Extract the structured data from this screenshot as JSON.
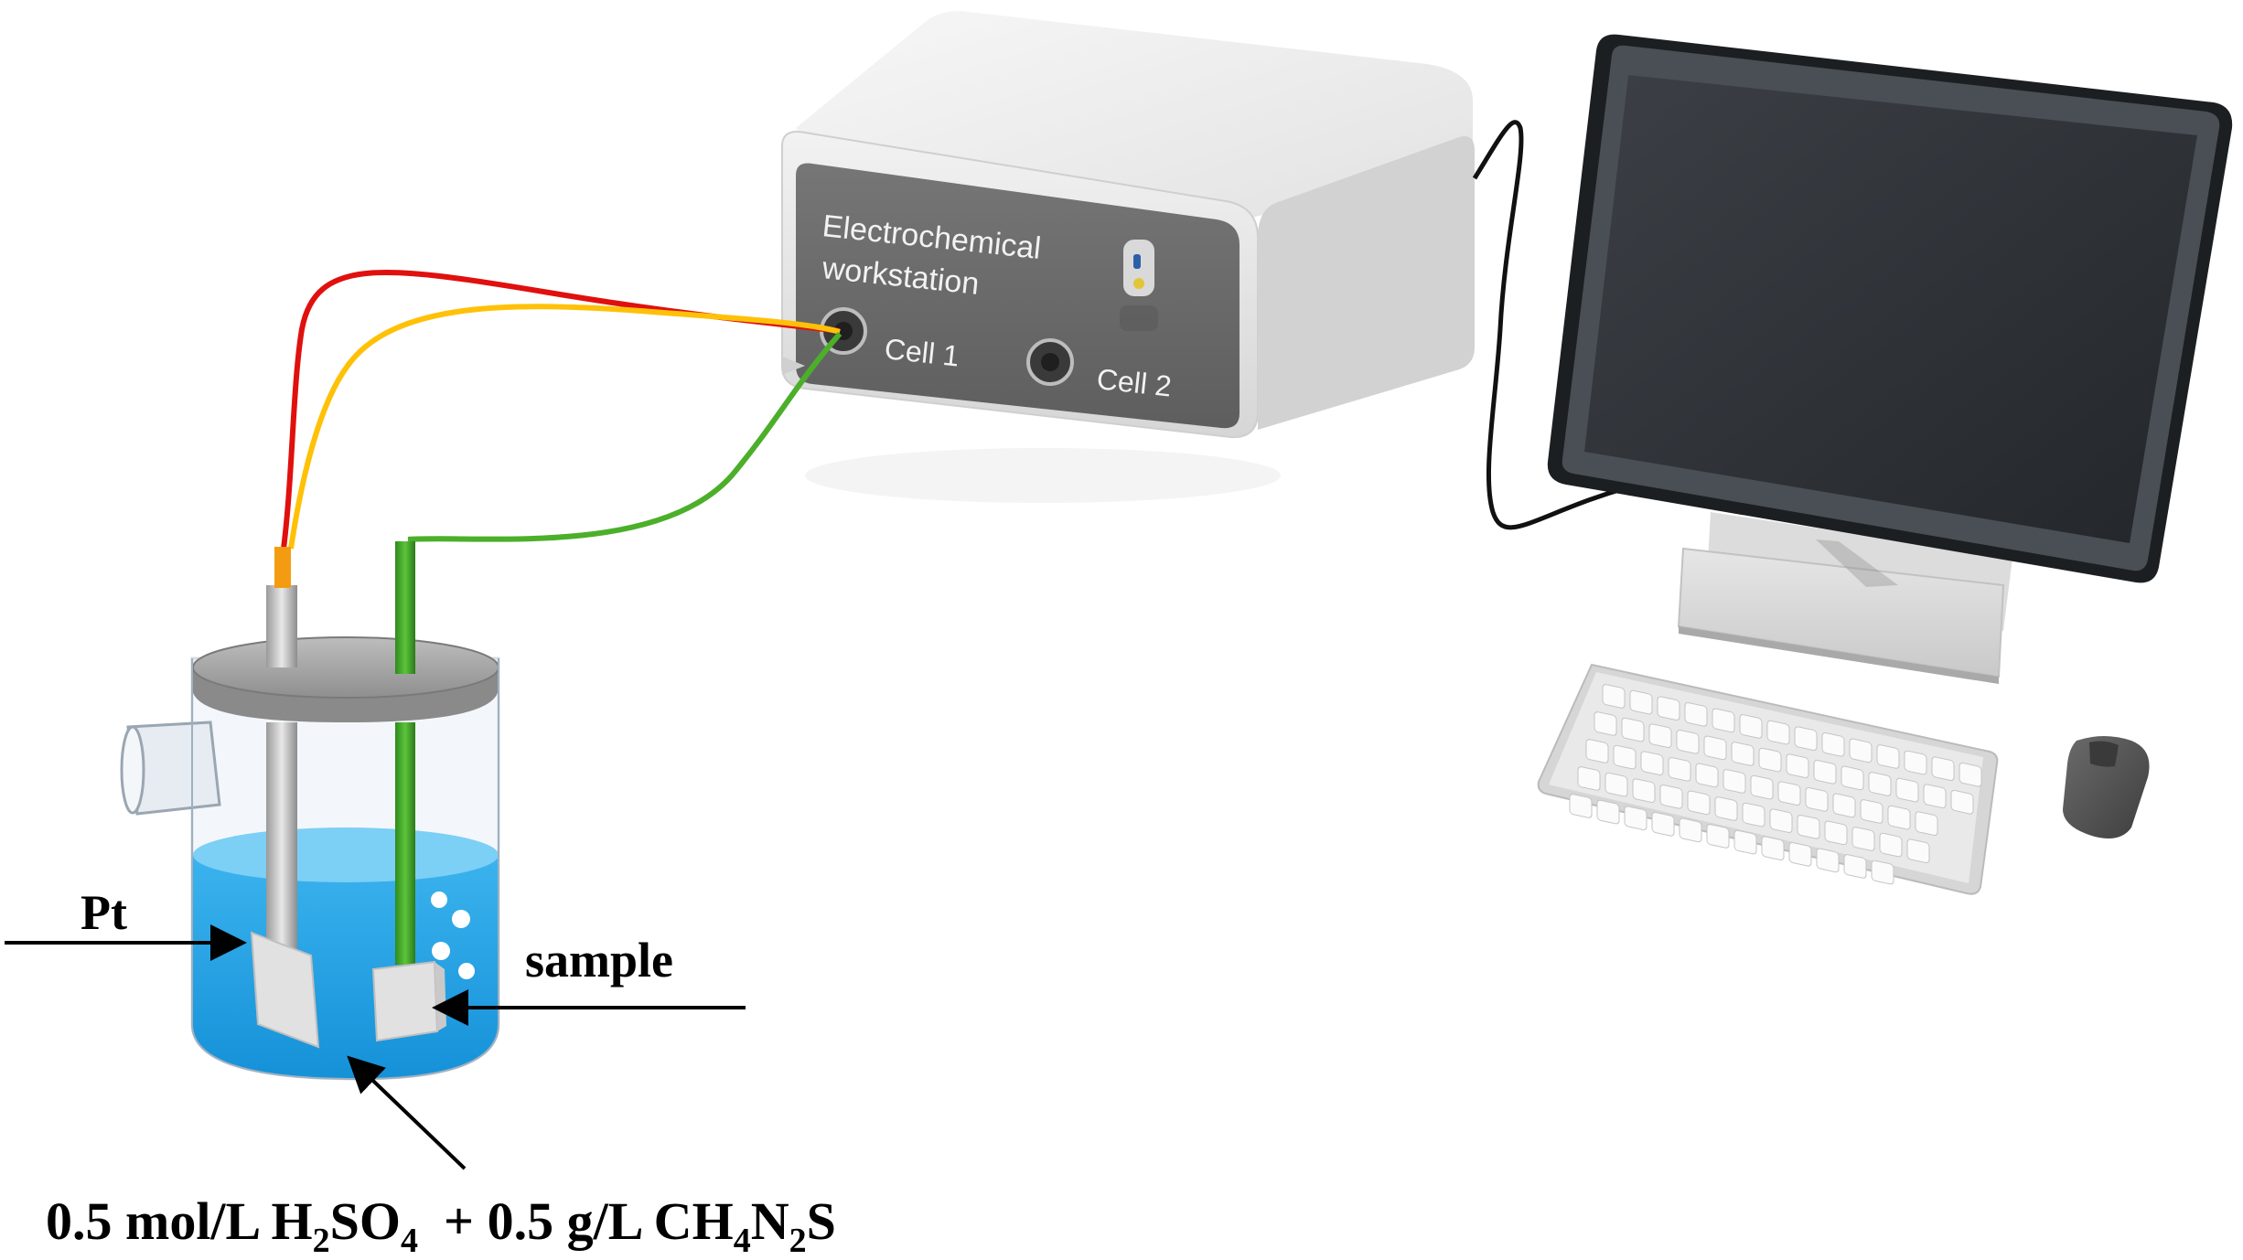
{
  "workstation": {
    "title_line1": "Electrochemical",
    "title_line2": "workstation",
    "port1_label": "Cell 1",
    "port2_label": "Cell 2"
  },
  "labels": {
    "electrode_pt": "Pt",
    "electrode_sample": "sample"
  },
  "electrolyte": {
    "part1_prefix": "0.5 mol/L H",
    "part1_sub1": "2",
    "part1_mid": "SO",
    "part1_sub2": "4",
    "part2_prefix": "+ 0.5 g/L CH",
    "part2_sub1": "4",
    "part2_mid": "N",
    "part2_sub2": "2",
    "part2_suffix": "S"
  },
  "colors": {
    "wire_red": "#e0100e",
    "wire_orange": "#ffc107",
    "wire_green": "#4caf2a",
    "solution": "#1f9fe0",
    "workstation_body": "#e4e4e4",
    "workstation_panel": "#6e6e6e",
    "monitor_frame": "#2e3338"
  }
}
